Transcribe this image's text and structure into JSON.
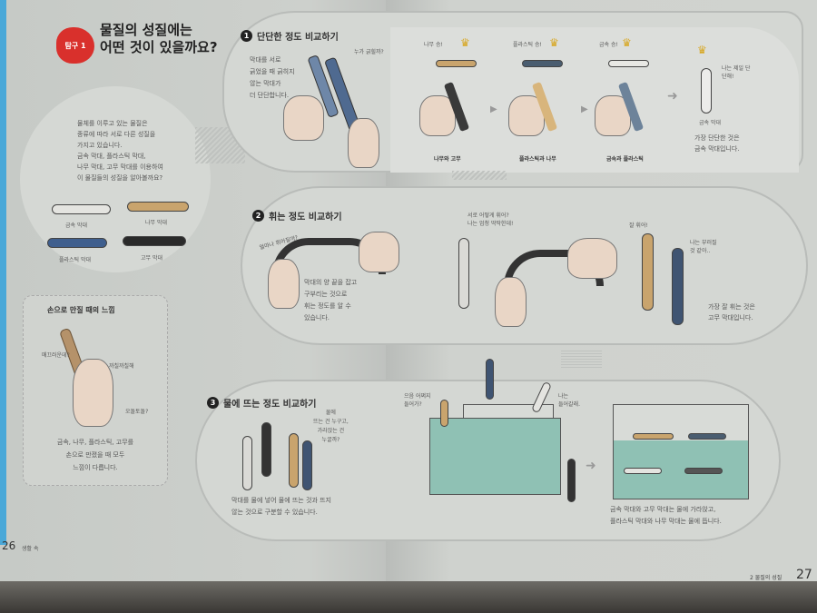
{
  "header": {
    "badge": "탐구 1",
    "title_line1": "물질의 성질에는",
    "title_line2": "어떤 것이 있을까요?"
  },
  "intro": {
    "lines": [
      "물체를 이루고 있는 물질은",
      "종류에 따라 서로 다른 성질을",
      "가지고 있습니다.",
      "금속 막대, 플라스틱 막대,",
      "나무 막대, 고무 막대를 이용하여",
      "이 물질들의 성질을 알아볼까요?"
    ],
    "rods": [
      {
        "label": "금속 막대",
        "color": "#e4e4e0"
      },
      {
        "label": "나무 막대",
        "color": "#c9a46d"
      },
      {
        "label": "플라스틱 막대",
        "color": "#3f5f8e"
      },
      {
        "label": "고무 막대",
        "color": "#2a2a2a"
      }
    ]
  },
  "tip": {
    "title": "손으로 만질 때의 느낌",
    "bubbles": [
      "매끄러운데?",
      "까칠까칠해",
      "오돌토돌?"
    ],
    "lines": [
      "금속, 나무, 플라스틱, 고무를",
      "손으로 만졌을 때 모두",
      "느낌이 다릅니다."
    ]
  },
  "sec1": {
    "num": "1",
    "title": "단단한 정도 비교하기",
    "lines": [
      "막대를 서로",
      "긁었을 때 긁히지",
      "않는 막대가",
      "더 단단합니다."
    ],
    "scratch": "누가 긁힐까?",
    "steps": [
      {
        "winner": "나무 승!",
        "caption": "나무와 고무"
      },
      {
        "winner": "플라스틱 승!",
        "caption": "플라스틱과 나무"
      },
      {
        "winner": "금속 승!",
        "caption": "금속과 플라스틱"
      }
    ],
    "champion": "금속 막대",
    "champion_say": "나는 제일 단단해!",
    "conclusion": [
      "가장 단단한 것은",
      "금속 막대입니다."
    ]
  },
  "sec2": {
    "num": "2",
    "title": "휘는 정도 비교하기",
    "bubble": "얼마나 휘어질까?",
    "lines": [
      "막대의 양 끝을 잡고",
      "구부리는 것으로",
      "휘는 정도를 알 수",
      "있습니다."
    ],
    "metal_say": [
      "서로 어떻게 휘어?",
      "나는 엄청 딱딱한데!"
    ],
    "wood_say": "잘 휘어!",
    "plastic_say": [
      "나는 부러질",
      "것 같아.."
    ],
    "conclusion": [
      "가장 잘 휘는 것은",
      "고무 막대입니다."
    ]
  },
  "sec3": {
    "num": "3",
    "title": "물에 뜨는 정도 비교하기",
    "question": [
      "물에",
      "뜨는 건 누구고,",
      "가라앉는 건",
      "누굴까?"
    ],
    "lines": [
      "막대를 물에 넣어 물에 뜨는 것과 뜨지",
      "않는 것으로 구분할 수 있습니다."
    ],
    "wood_say": [
      "으음 어쩌지",
      "들어가?"
    ],
    "metal_say": [
      "나는",
      "들어갈래."
    ],
    "conclusion": [
      "금속 막대와 고무 막대는 물에 가라앉고,",
      "플라스틱 막대와 나무 막대는 물에 뜹니다."
    ]
  },
  "footer": {
    "left_page": "26",
    "left_label": "생활 속",
    "right_label": "2 물질의 성질",
    "right_page": "27"
  },
  "colors": {
    "badge": "#d9302c",
    "water": "#8fc1b4"
  }
}
